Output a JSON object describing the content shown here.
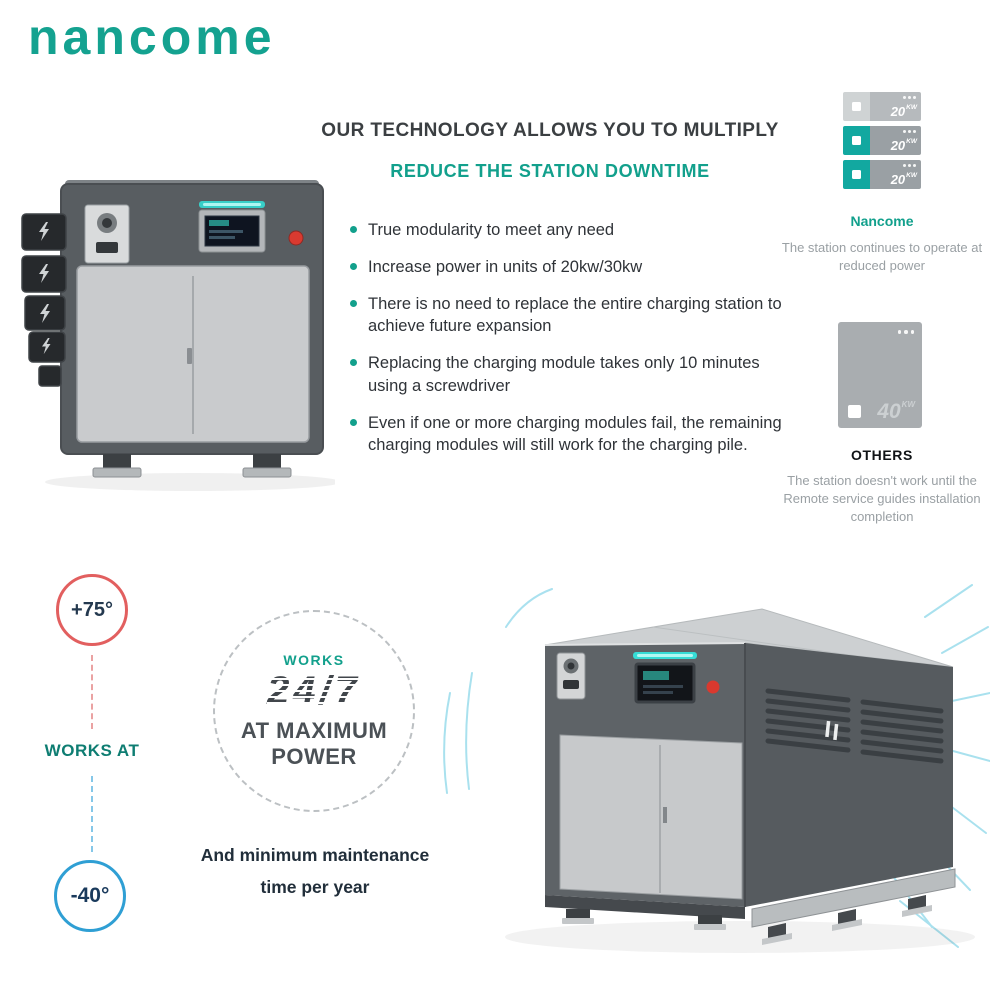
{
  "logo": {
    "text": "nancome"
  },
  "header": {
    "title": "OUR TECHNOLOGY ALLOWS YOU TO MULTIPLY",
    "subtitle": "REDUCE THE STATION DOWNTIME"
  },
  "bullets": [
    "True modularity to meet any need",
    "Increase power in units of 20kw/30kw",
    "There is no need to replace the entire charging station to achieve future expansion",
    "Replacing the charging module takes only 10 minutes using a screwdriver",
    "Even if one or more charging modules fail, the remaining charging modules will still work for the charging pile."
  ],
  "nancome": {
    "label": "Nancome",
    "description": "The station continues to operate at reduced power",
    "modules": [
      {
        "power": "20",
        "unit": "KW",
        "state": "failed"
      },
      {
        "power": "20",
        "unit": "KW",
        "state": "active"
      },
      {
        "power": "20",
        "unit": "KW",
        "state": "active"
      }
    ]
  },
  "others": {
    "label": "OTHERS",
    "description": "The station doesn't work until the Remote service guides installation completion",
    "power": "40",
    "unit": "KW"
  },
  "temperature": {
    "max": "+75°",
    "works_at": "WORKS AT",
    "min": "-40°"
  },
  "badge": {
    "works": "WORKS",
    "time": "24/7",
    "line1": "AT MAXIMUM",
    "line2": "POWER"
  },
  "maintenance": {
    "line1": "And minimum maintenance",
    "line2": "time per year"
  },
  "colors": {
    "accent_teal": "#12a08c",
    "module_teal": "#12a8a0",
    "hot_red": "#e25f5f",
    "cold_blue": "#2f9fd4",
    "gray_text": "#9aa0a4",
    "dark_text": "#3b3f42",
    "cyan_glow": "#36dcd6"
  }
}
